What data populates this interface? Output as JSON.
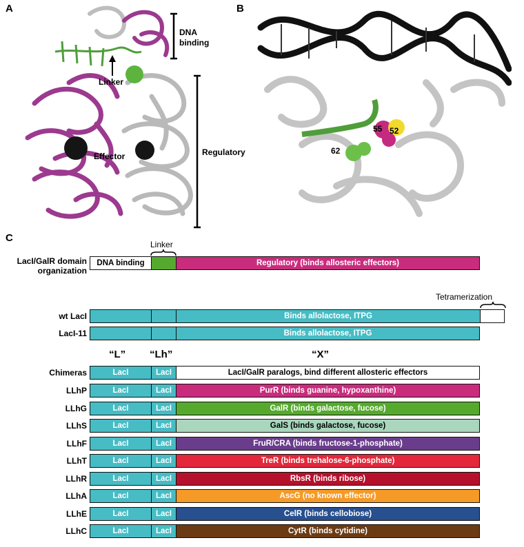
{
  "panels": {
    "a_label": "A",
    "b_label": "B",
    "c_label": "C"
  },
  "panel_a": {
    "dna_binding": [
      "DNA",
      "binding"
    ],
    "linker": "Linker",
    "effector": "Effector",
    "regulatory": "Regulatory"
  },
  "panel_b": {
    "res_55": "55",
    "res_52": "52",
    "res_62": "62"
  },
  "panel_c": {
    "linker_label": "Linker",
    "tetramerization_label": "Tetramerization",
    "domain_row": {
      "label": [
        "LacI/GalR domain",
        "organization"
      ],
      "dna_binding": "DNA binding",
      "regulatory": "Regulatory (binds allosteric effectors)"
    },
    "wt_row": {
      "label": "wt LacI",
      "text": "Binds allolactose, ITPG"
    },
    "laci11_row": {
      "label": "LacI-11",
      "text": "Binds allolactose, ITPG"
    },
    "col_heads": {
      "L": "“L”",
      "Lh": "“Lh”",
      "X": "“X”"
    },
    "chimeras_row": {
      "label": "Chimeras",
      "l": "LacI",
      "lh": "LacI",
      "x": "LacI/GalR paralogs, bind different allosteric effectors"
    },
    "rows": [
      {
        "label": "LLhP",
        "l": "LacI",
        "lh": "LacI",
        "x": "PurR (binds guanine, hypoxanthine)",
        "color": "#c92c7c",
        "dark": false
      },
      {
        "label": "LLhG",
        "l": "LacI",
        "lh": "LacI",
        "x": "GalR (binds galactose, fucose)",
        "color": "#55aa2e",
        "dark": false
      },
      {
        "label": "LLhS",
        "l": "LacI",
        "lh": "LacI",
        "x": "GalS (binds galactose, fucose)",
        "color": "#a9d6bd",
        "dark": true
      },
      {
        "label": "LLhF",
        "l": "LacI",
        "lh": "LacI",
        "x": "FruR/CRA (binds fructose-1-phosphate)",
        "color": "#6a3d8c",
        "dark": false
      },
      {
        "label": "LLhT",
        "l": "LacI",
        "lh": "LacI",
        "x": "TreR (binds trehalose-6-phosphate)",
        "color": "#e2283a",
        "dark": false
      },
      {
        "label": "LLhR",
        "l": "LacI",
        "lh": "LacI",
        "x": "RbsR (binds ribose)",
        "color": "#b5112c",
        "dark": false
      },
      {
        "label": "LLhA",
        "l": "LacI",
        "lh": "LacI",
        "x": "AscG (no known effector)",
        "color": "#f59a27",
        "dark": false
      },
      {
        "label": "LLhE",
        "l": "LacI",
        "lh": "LacI",
        "x": "CelR (binds cellobiose)",
        "color": "#284f8e",
        "dark": false
      },
      {
        "label": "LLhC",
        "l": "LacI",
        "lh": "LacI",
        "x": "CytR (binds cytidine)",
        "color": "#6b3b14",
        "dark": false
      }
    ],
    "colors": {
      "laci_teal": "#47bcc4",
      "regulatory_magenta": "#c92c7c",
      "linker_green": "#55aa2e"
    }
  }
}
